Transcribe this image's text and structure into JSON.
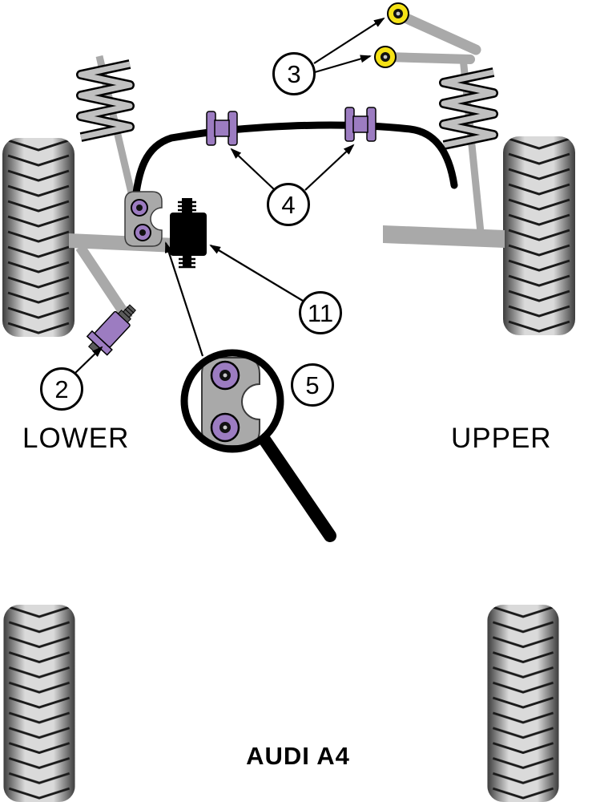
{
  "diagram": {
    "model_label": "AUDI A4",
    "side_labels": {
      "lower": "LOWER",
      "upper": "UPPER"
    },
    "callouts": {
      "c2": "2",
      "c3": "3",
      "c4": "4",
      "c5": "5",
      "c11": "11"
    },
    "parts": {
      "anti_roll_bar_bushes": "purple anti-roll bar bushes (item 4)",
      "drop_link_bushes": "yellow drop link bushes (item 3)",
      "lower_arm_bush": "purple lower arm bush (item 2)",
      "engine_mount": "black engine mount (item 11)",
      "magnified_bracket": "bracket with two purple bushes (item 5)"
    },
    "colors": {
      "background": "#ffffff",
      "bush-purple": "#9c7cc1",
      "bush-yellow": "#f5e216",
      "bush-core-grey": "#c8c8c8",
      "metal-grey": "#a9a9a9",
      "fastener-grey": "#5a5a5a",
      "tire-dark": "#3c3c3c",
      "tire-light": "#dadada",
      "line-black": "#000000"
    }
  }
}
